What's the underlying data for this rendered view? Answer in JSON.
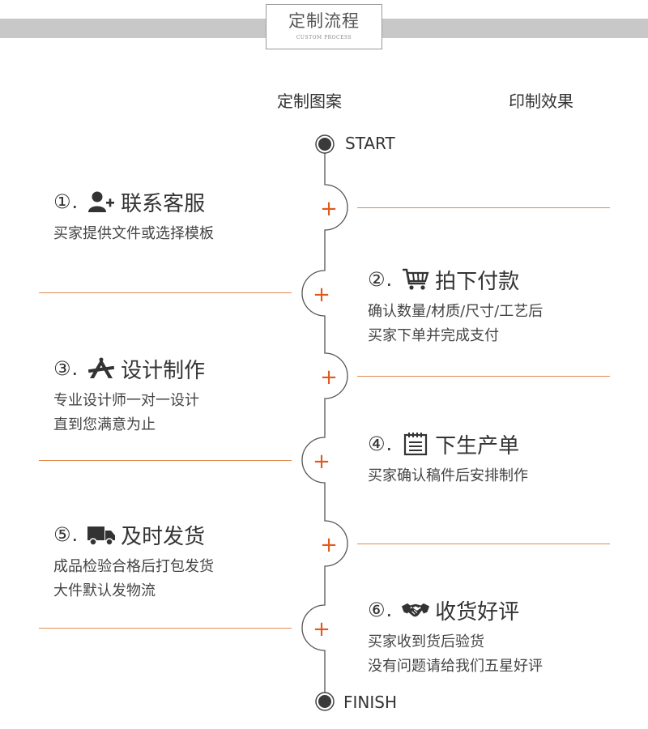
{
  "header": {
    "title": "定制流程",
    "subtitle": "CUSTOM PROCESS"
  },
  "columns": {
    "left": "定制图案",
    "right": "印制效果"
  },
  "timeline": {
    "start": "START",
    "finish": "FINISH",
    "plus": "+"
  },
  "colors": {
    "accent": "#e05a1e",
    "line": "#e08a50",
    "band": "#c8c8c8",
    "text": "#333333"
  },
  "steps": [
    {
      "num": "①.",
      "icon": "add-user-icon",
      "title": "联系客服",
      "desc": [
        "买家提供文件或选择模板"
      ]
    },
    {
      "num": "②.",
      "icon": "cart-icon",
      "title": "拍下付款",
      "desc": [
        "确认数量/材质/尺寸/工艺后",
        "买家下单并完成支付"
      ]
    },
    {
      "num": "③.",
      "icon": "design-tools-icon",
      "title": "设计制作",
      "desc": [
        "专业设计师一对一设计",
        "直到您满意为止"
      ]
    },
    {
      "num": "④.",
      "icon": "order-list-icon",
      "title": "下生产单",
      "desc": [
        "买家确认稿件后安排制作"
      ]
    },
    {
      "num": "⑤.",
      "icon": "truck-icon",
      "title": "及时发货",
      "desc": [
        "成品检验合格后打包发货",
        "大件默认发物流"
      ]
    },
    {
      "num": "⑥.",
      "icon": "handshake-icon",
      "title": "收货好评",
      "desc": [
        "买家收到货后验货",
        "没有问题请给我们五星好评"
      ]
    }
  ]
}
